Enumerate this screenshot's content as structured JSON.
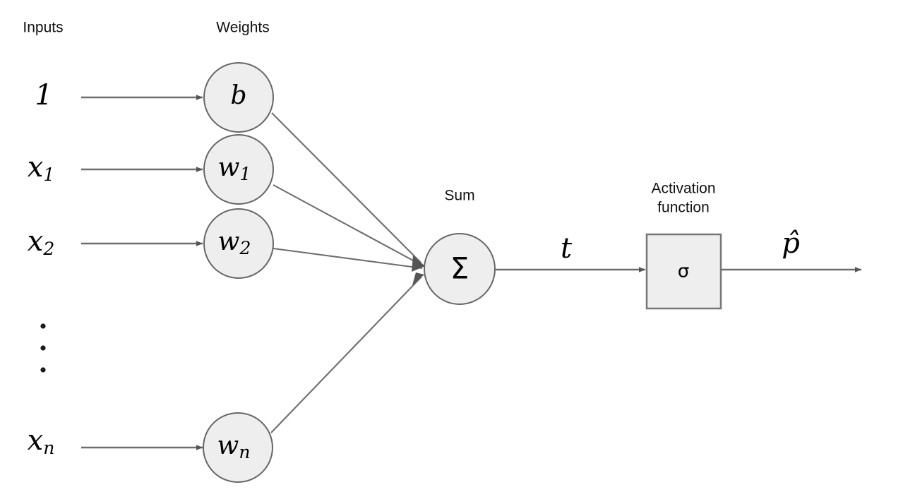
{
  "diagram": {
    "title": "Perceptron / logistic neuron diagram",
    "colors": {
      "node_fill": "#eeeeee",
      "node_stroke": "#666666",
      "edge": "#6e6e6e",
      "text": "#111111",
      "background": "#ffffff"
    },
    "column_labels": {
      "inputs": "Inputs",
      "weights": "Weights",
      "sum": "Sum",
      "activation_line1": "Activation",
      "activation_line2": "function"
    },
    "inputs": [
      {
        "id": "bias-input",
        "base": "1",
        "sub": ""
      },
      {
        "id": "input-x1",
        "base": "x",
        "sub": "1"
      },
      {
        "id": "input-x2",
        "base": "x",
        "sub": "2"
      },
      {
        "id": "input-xn",
        "base": "x",
        "sub": "n"
      }
    ],
    "weights": [
      {
        "id": "weight-b",
        "base": "b",
        "sub": ""
      },
      {
        "id": "weight-w1",
        "base": "w",
        "sub": "1"
      },
      {
        "id": "weight-w2",
        "base": "w",
        "sub": "2"
      },
      {
        "id": "weight-wn",
        "base": "w",
        "sub": "n"
      }
    ],
    "sum_node": {
      "symbol": "Σ",
      "label": "Sum"
    },
    "activation_node": {
      "symbol": "σ",
      "label": "Activation function"
    },
    "edge_labels": {
      "sum_to_activation": "t",
      "output": "p̂"
    },
    "ellipsis": {
      "symbol": "⋮",
      "dot_count": 3
    }
  }
}
